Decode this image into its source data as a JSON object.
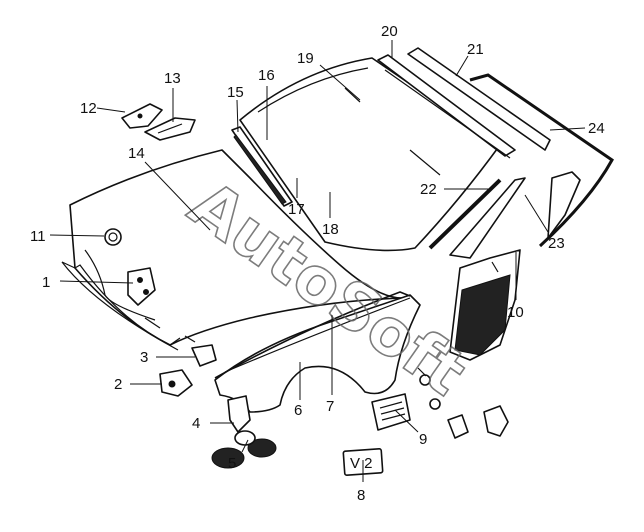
{
  "diagram": {
    "watermark": "AutoSoft",
    "plate_text": "V 2",
    "callouts": [
      "1",
      "2",
      "3",
      "4",
      "5",
      "6",
      "7",
      "8",
      "9",
      "10",
      "11",
      "12",
      "13",
      "14",
      "15",
      "16",
      "17",
      "18",
      "19",
      "20",
      "21",
      "22",
      "23",
      "24"
    ]
  }
}
